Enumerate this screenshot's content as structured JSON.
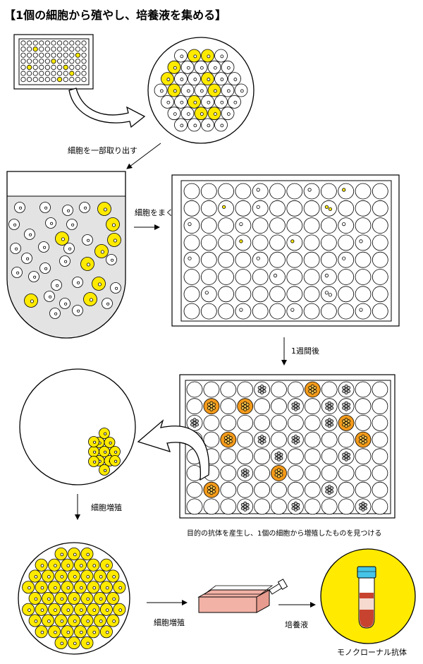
{
  "title": "【1個の細胞から殖やし、培養液を集める】",
  "labels": {
    "step_extract": "細胞を一部取り出す",
    "step_seed": "細胞をまく",
    "step_week": "1週間後",
    "step_proliferate": "細胞増殖",
    "step_find": "目的の抗体を産生し、1個の細胞から増殖したものを見つける",
    "step_proliferate2": "細胞増殖",
    "step_medium": "培養液",
    "product": "モノクローナル抗体"
  },
  "colors": {
    "cell_yellow": "#ffea00",
    "cell_orange": "#f39a1a",
    "medium_gray": "#e3e3e3",
    "flask_pink": "#f2b2a6",
    "tube_cap": "#45c4e8",
    "tube_liquid": "#c7432f",
    "outline": "#000000"
  },
  "icons": [
    "curved-arrow-icon",
    "down-arrow-icon",
    "right-arrow-icon",
    "flask-icon",
    "tube-icon"
  ]
}
